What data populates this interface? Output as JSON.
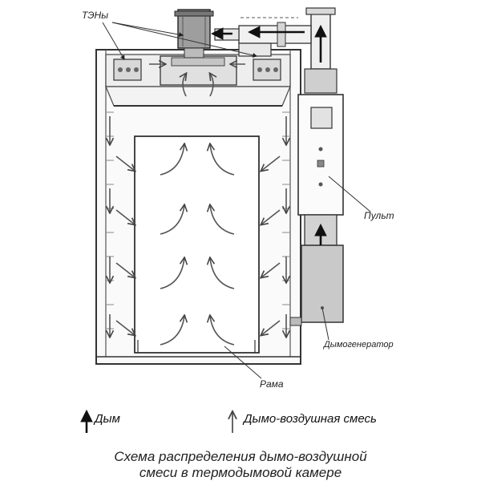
{
  "labels": {
    "heaters": "ТЭНы",
    "panel": "Пульт",
    "smoke_generator": "Дымогенератор",
    "frame": "Рама"
  },
  "legend": {
    "smoke": "Дым",
    "smoke_air_mix": "Дымо-воздушная смесь"
  },
  "caption": {
    "line1": "Схема распределения дымо-воздушной",
    "line2": "смеси в термодымовой камере"
  },
  "colors": {
    "stroke": "#333333",
    "fill_light": "#e6e6e6",
    "fill_mid": "#bdbdbd",
    "arrow_dark": "#111111"
  }
}
